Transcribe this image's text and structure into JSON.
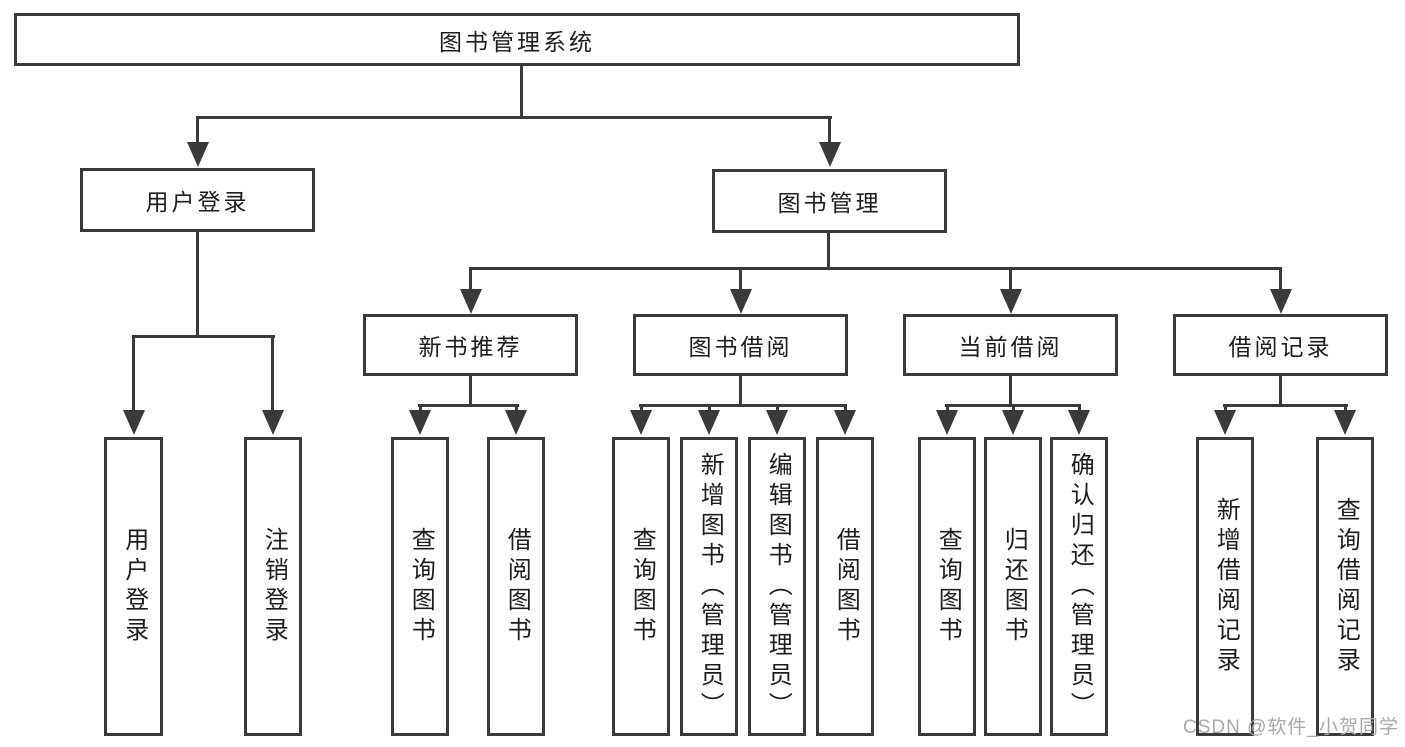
{
  "tree": {
    "root": "图书管理系统",
    "branches": [
      {
        "label": "用户登录",
        "children": [
          "用户登录",
          "注销登录"
        ]
      },
      {
        "label": "图书管理",
        "groups": [
          {
            "label": "新书推荐",
            "children": [
              "查询图书",
              "借阅图书"
            ]
          },
          {
            "label": "图书借阅",
            "children": [
              "查询图书",
              "新增图书（管理员）",
              "编辑图书（管理员）",
              "借阅图书"
            ]
          },
          {
            "label": "当前借阅",
            "children": [
              "查询图书",
              "归还图书",
              "确认归还（管理员）"
            ]
          },
          {
            "label": "借阅记录",
            "children": [
              "新增借阅记录",
              "查询借阅记录"
            ]
          }
        ]
      }
    ]
  },
  "watermark": "CSDN @软件_小贺同学",
  "colors": {
    "line": "#3a3a3a",
    "text": "#1d1d1d",
    "watermark": "#a9a9a9",
    "background": "#ffffff"
  }
}
